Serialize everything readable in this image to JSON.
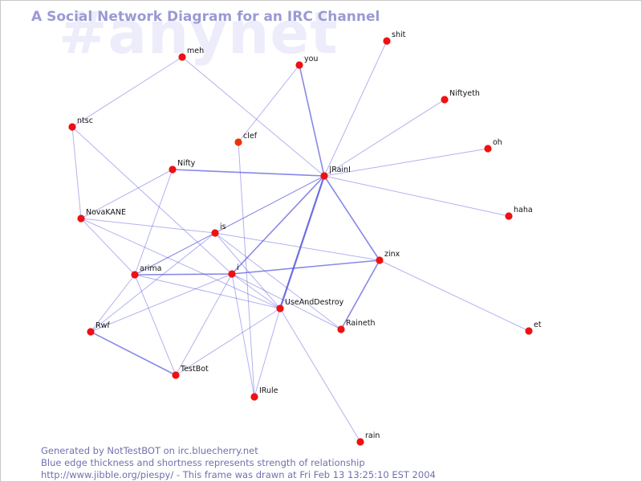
{
  "title": "A Social Network Diagram for an IRC Channel",
  "watermark": "#anynet",
  "footer": {
    "generated": "Generated by NotTestBOT on irc.bluecherry.net",
    "explanation": "Blue edge thickness and shortness represents strength of relationship",
    "frame_info": "http://www.jibble.org/piespy/ - This frame was drawn at Fri Feb 13 13:25:10 EST 2004"
  },
  "colors": {
    "node": "#ee1111",
    "edge": "#5555dd",
    "title": "#9a9ad4",
    "watermark": "#ececfa"
  },
  "nodes": [
    {
      "id": "shit",
      "label": "shit"
    },
    {
      "id": "meh",
      "label": "meh"
    },
    {
      "id": "you",
      "label": "you"
    },
    {
      "id": "niftyeth",
      "label": "Niftyeth"
    },
    {
      "id": "ntsc",
      "label": "ntsc"
    },
    {
      "id": "clef",
      "label": "clef"
    },
    {
      "id": "oh",
      "label": "oh"
    },
    {
      "id": "nifty",
      "label": "Nifty"
    },
    {
      "id": "irainl",
      "label": "|RainI"
    },
    {
      "id": "haha",
      "label": "haha"
    },
    {
      "id": "novakane",
      "label": "NovaKANE"
    },
    {
      "id": "is",
      "label": "is"
    },
    {
      "id": "zinx",
      "label": "zinx"
    },
    {
      "id": "arima",
      "label": "arima"
    },
    {
      "id": "i",
      "label": "i"
    },
    {
      "id": "useanddestroy",
      "label": "UseAndDestroy"
    },
    {
      "id": "raineth",
      "label": "Raineth"
    },
    {
      "id": "et",
      "label": "et"
    },
    {
      "id": "rwf",
      "label": "Rwf"
    },
    {
      "id": "testbot",
      "label": "TestBot"
    },
    {
      "id": "irule",
      "label": "IRule"
    },
    {
      "id": "rain",
      "label": "rain"
    }
  ],
  "edges": [
    {
      "from": "irainl",
      "to": "shit",
      "strength": 1
    },
    {
      "from": "irainl",
      "to": "you",
      "strength": 2
    },
    {
      "from": "irainl",
      "to": "niftyeth",
      "strength": 1
    },
    {
      "from": "irainl",
      "to": "oh",
      "strength": 1
    },
    {
      "from": "irainl",
      "to": "haha",
      "strength": 1
    },
    {
      "from": "irainl",
      "to": "meh",
      "strength": 1
    },
    {
      "from": "irainl",
      "to": "nifty",
      "strength": 2
    },
    {
      "from": "irainl",
      "to": "zinx",
      "strength": 2
    },
    {
      "from": "irainl",
      "to": "useanddestroy",
      "strength": 3
    },
    {
      "from": "irainl",
      "to": "i",
      "strength": 2
    },
    {
      "from": "irainl",
      "to": "is",
      "strength": 1
    },
    {
      "from": "irainl",
      "to": "arima",
      "strength": 1
    },
    {
      "from": "meh",
      "to": "ntsc",
      "strength": 1
    },
    {
      "from": "ntsc",
      "to": "novakane",
      "strength": 1
    },
    {
      "from": "ntsc",
      "to": "i",
      "strength": 1
    },
    {
      "from": "you",
      "to": "clef",
      "strength": 1
    },
    {
      "from": "clef",
      "to": "irule",
      "strength": 1
    },
    {
      "from": "nifty",
      "to": "novakane",
      "strength": 1
    },
    {
      "from": "nifty",
      "to": "arima",
      "strength": 1
    },
    {
      "from": "novakane",
      "to": "is",
      "strength": 1
    },
    {
      "from": "novakane",
      "to": "arima",
      "strength": 1
    },
    {
      "from": "novakane",
      "to": "useanddestroy",
      "strength": 1
    },
    {
      "from": "is",
      "to": "zinx",
      "strength": 1
    },
    {
      "from": "is",
      "to": "useanddestroy",
      "strength": 1
    },
    {
      "from": "is",
      "to": "raineth",
      "strength": 1
    },
    {
      "from": "is",
      "to": "arima",
      "strength": 1
    },
    {
      "from": "is",
      "to": "rwf",
      "strength": 1
    },
    {
      "from": "zinx",
      "to": "i",
      "strength": 2
    },
    {
      "from": "zinx",
      "to": "raineth",
      "strength": 2
    },
    {
      "from": "zinx",
      "to": "et",
      "strength": 1
    },
    {
      "from": "arima",
      "to": "i",
      "strength": 2
    },
    {
      "from": "arima",
      "to": "useanddestroy",
      "strength": 1
    },
    {
      "from": "arima",
      "to": "testbot",
      "strength": 1
    },
    {
      "from": "arima",
      "to": "rwf",
      "strength": 1
    },
    {
      "from": "i",
      "to": "useanddestroy",
      "strength": 1
    },
    {
      "from": "i",
      "to": "rwf",
      "strength": 1
    },
    {
      "from": "i",
      "to": "testbot",
      "strength": 1
    },
    {
      "from": "i",
      "to": "irule",
      "strength": 1
    },
    {
      "from": "i",
      "to": "raineth",
      "strength": 1
    },
    {
      "from": "useanddestroy",
      "to": "testbot",
      "strength": 1
    },
    {
      "from": "useanddestroy",
      "to": "irule",
      "strength": 1
    },
    {
      "from": "useanddestroy",
      "to": "rain",
      "strength": 1
    },
    {
      "from": "rwf",
      "to": "testbot",
      "strength": 2
    }
  ]
}
